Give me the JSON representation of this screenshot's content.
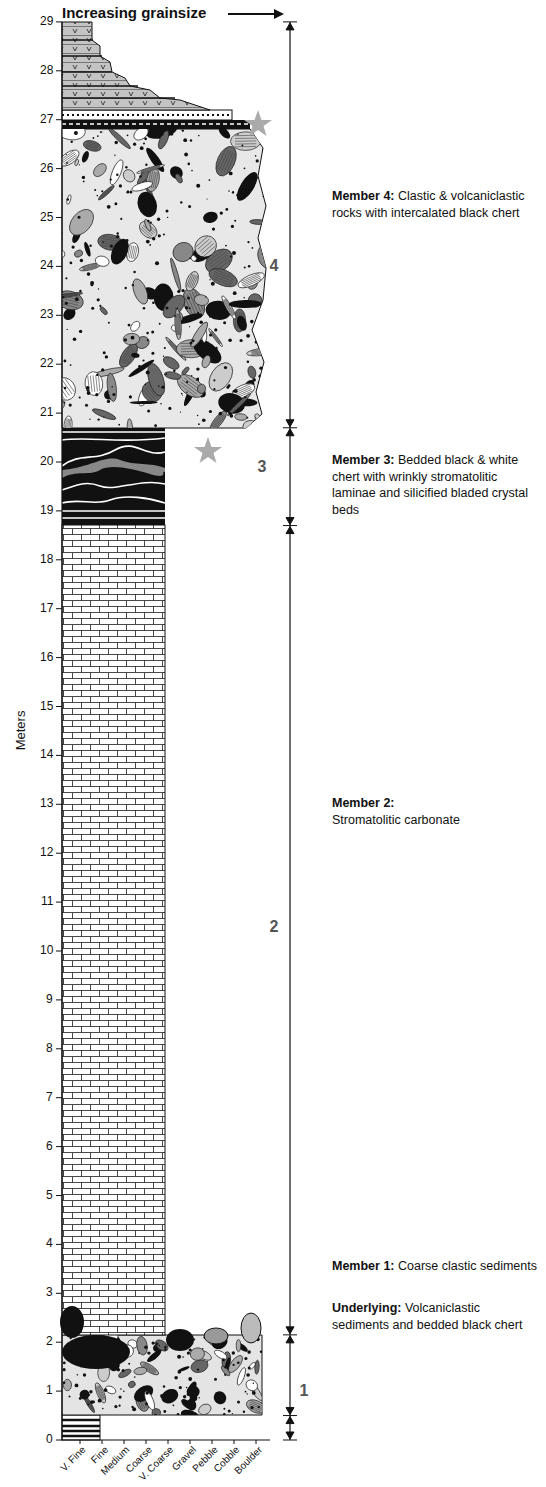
{
  "diagram": {
    "labels": [
      "Increasing grainsize",
      "Meters",
      "0",
      "1",
      "2",
      "3",
      "4",
      "5",
      "6",
      "7",
      "8",
      "9",
      "10",
      "11",
      "12",
      "13",
      "14",
      "15",
      "16",
      "17",
      "18",
      "19",
      "20",
      "21",
      "22",
      "23",
      "24",
      "25",
      "26",
      "27",
      "28",
      "29",
      "V. Fine",
      "Fine",
      "Medium",
      "Coarse",
      "V. Coarse",
      "Gravel",
      "Pebble",
      "Cobble",
      "Boulder",
      "4",
      "3",
      "2",
      "1",
      "Member 4:",
      "Clastic & volcaniclastic rocks with intercalated black chert",
      "Member 3:",
      "Bedded black & white chert with wrinkly stromatolitic laminae and silicified bladed crystal beds",
      "Member 2:",
      "Stromatolitic carbonate",
      "Member 1:",
      "Coarse clastic sediments",
      "Underlying:",
      "Volcaniclastic sediments and bedded black chert"
    ]
  }
}
